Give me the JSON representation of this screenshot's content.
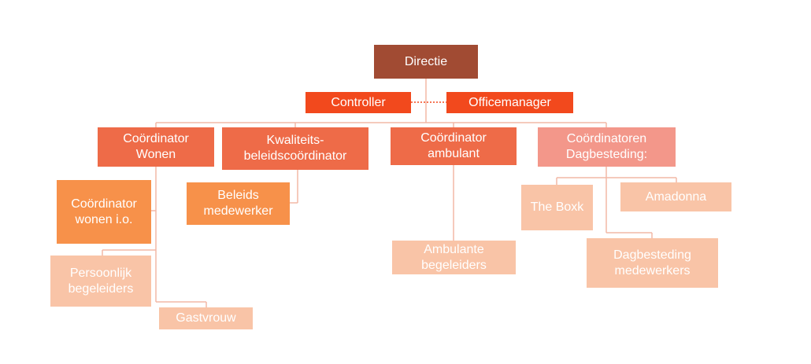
{
  "nodes": {
    "directie": {
      "label": "Directie",
      "color": "#A14B33"
    },
    "controller": {
      "label": "Controller",
      "color": "#F2491D"
    },
    "officemanager": {
      "label": "Officemanager",
      "color": "#F2491D"
    },
    "coord_wonen": {
      "label": "Coördinator\nWonen",
      "color": "#EE6B48"
    },
    "kwaliteit": {
      "label": "Kwaliteits-\nbeleidscoördinator",
      "color": "#EE6B48"
    },
    "coord_ambulant": {
      "label": "Coördinator\nambulant",
      "color": "#EE6B48"
    },
    "coord_dagbesteding": {
      "label": "Coördinatoren\nDagbesteding:",
      "color": "#F3978A"
    },
    "coord_wonen_io": {
      "label": "Coördinator\nwonen i.o.",
      "color": "#F7914A"
    },
    "beleids_medewerker": {
      "label": "Beleids\nmedewerker",
      "color": "#F7914A"
    },
    "persoonlijk": {
      "label": "Persoonlijk\nbegeleiders",
      "color": "#F9C4A7"
    },
    "gastvrouw": {
      "label": "Gastvrouw",
      "color": "#F9C4A7"
    },
    "ambulante": {
      "label": "Ambulante\nbegeleiders",
      "color": "#F9C4A7"
    },
    "the_boxk": {
      "label": "The Boxk",
      "color": "#F9C4A7"
    },
    "amadonna": {
      "label": "Amadonna",
      "color": "#F9C4A7"
    },
    "dagbesteding_mw": {
      "label": "Dagbesteding\nmedewerkers",
      "color": "#F9C4A7"
    }
  },
  "line_color": "#F2B8A6"
}
